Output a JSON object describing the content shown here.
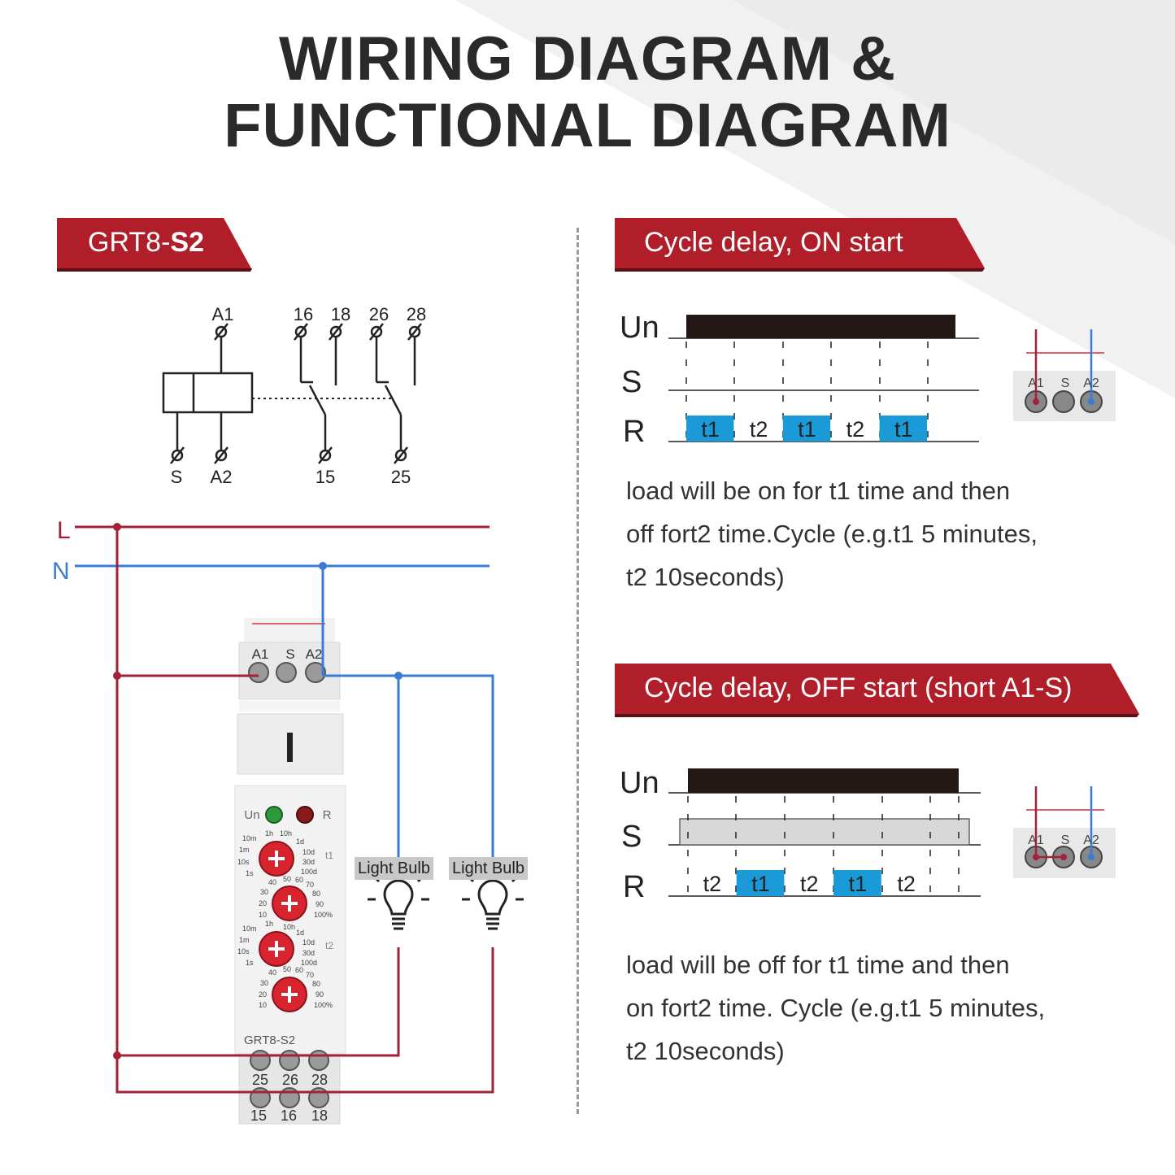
{
  "title": {
    "line1": "WIRING DIAGRAM &",
    "line2": "FUNCTIONAL DIAGRAM"
  },
  "model_banner": {
    "prefix": "GRT8-",
    "suffix": "S2"
  },
  "schematic": {
    "top_terminals": [
      "A1",
      "16",
      "18",
      "26",
      "28"
    ],
    "bottom_terminals": [
      "S",
      "A2",
      "15",
      "25"
    ]
  },
  "wiring": {
    "line_labels": [
      "L",
      "N"
    ],
    "device_top_terminals": [
      "A1",
      "S",
      "A2"
    ],
    "device_indicators": [
      "Un",
      "R"
    ],
    "knob_t1_label": "t1",
    "knob_t2_label": "t2",
    "time_scale": [
      "1h",
      "10h",
      "1d",
      "10d",
      "30d",
      "100d",
      "10m",
      "1m",
      "10s",
      "1s"
    ],
    "percent_scale": [
      "40",
      "50",
      "60",
      "70",
      "30",
      "80",
      "20",
      "90",
      "10",
      "100%"
    ],
    "device_model": "GRT8-S2",
    "device_bottom_row1": [
      "25",
      "26",
      "28"
    ],
    "device_bottom_row2": [
      "15",
      "16",
      "18"
    ],
    "loads": [
      "Light Bulb",
      "Light Bulb"
    ]
  },
  "mode_on": {
    "banner": "Cycle delay, ON start",
    "rows": [
      "Un",
      "S",
      "R"
    ],
    "r_segments": [
      "t1",
      "t2",
      "t1",
      "t2",
      "t1"
    ],
    "terminals": [
      "A1",
      "S",
      "A2"
    ],
    "description": [
      "load will be on for t1 time and then",
      "off fort2 time.Cycle (e.g.t1 5 minutes,",
      "t2 10seconds)"
    ]
  },
  "mode_off": {
    "banner": "Cycle delay, OFF start (short A1-S)",
    "rows": [
      "Un",
      "S",
      "R"
    ],
    "r_segments": [
      "t2",
      "t1",
      "t2",
      "t1",
      "t2"
    ],
    "terminals": [
      "A1",
      "S",
      "A2"
    ],
    "description": [
      "load will be off for t1 time and then",
      "on fort2 time. Cycle (e.g.t1 5 minutes,",
      "t2 10seconds)"
    ]
  },
  "colors": {
    "brand_red": "#b01e2a",
    "wire_red": "#a3223a",
    "wire_blue": "#3a7bd5",
    "pulse_blue": "#1a9ad6",
    "pulse_black": "#231815"
  }
}
